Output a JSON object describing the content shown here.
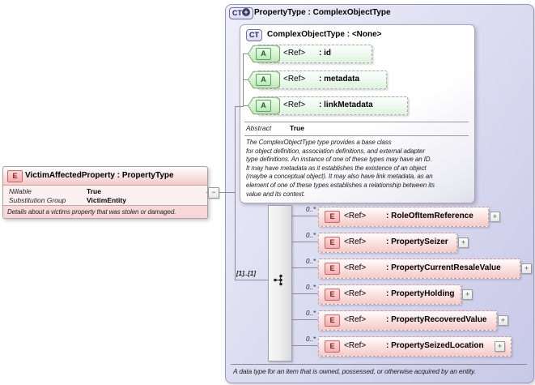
{
  "element_box": {
    "badge": "E",
    "title": "VictimAffectedProperty : PropertyType",
    "rows": [
      {
        "label": "Nillable",
        "value": "True"
      },
      {
        "label": "Substitution Group",
        "value": "VictimEntity"
      }
    ],
    "description": "Details about a victims property that was stolen or damaged."
  },
  "type_box": {
    "badge": "CT",
    "title": "PropertyType : ComplexObjectType",
    "footer": "A data type for an item that is owned, possessed, or otherwise acquired by an entity."
  },
  "base_box": {
    "badge": "CT",
    "title": "ComplexObjectType : <None>",
    "attributes": [
      {
        "badge": "A",
        "ref": "<Ref>",
        "name": ": id"
      },
      {
        "badge": "A",
        "ref": "<Ref>",
        "name": ": metadata"
      },
      {
        "badge": "A",
        "ref": "<Ref>",
        "name": ": linkMetadata"
      }
    ],
    "facet_label": "Abstract",
    "facet_value": "True",
    "description": "The ComplexObjectType type provides a base class\nfor object definition, association definitions, and external adapter\ntype definitions. An instance of one of these types may have an ID.\nIt may have metadata as it establishes the existence of an object\n(maybe a conceptual object). It may also have link metadata, as an\nelement of one of these types establishes a relationship between its\nvalue and its context."
  },
  "content_model": {
    "cardinality": "[1]..[1]",
    "elements": [
      {
        "badge": "E",
        "occurs": "0..*",
        "ref": "<Ref>",
        "name": ": RoleOfItemReference"
      },
      {
        "badge": "E",
        "occurs": "0..*",
        "ref": "<Ref>",
        "name": ": PropertySeizer"
      },
      {
        "badge": "E",
        "occurs": "0..*",
        "ref": "<Ref>",
        "name": ": PropertyCurrentResaleValue"
      },
      {
        "badge": "E",
        "occurs": "0..*",
        "ref": "<Ref>",
        "name": ": PropertyHolding"
      },
      {
        "badge": "E",
        "occurs": "0..*",
        "ref": "<Ref>",
        "name": ": PropertyRecoveredValue"
      },
      {
        "badge": "E",
        "occurs": "0..*",
        "ref": "<Ref>",
        "name": ": PropertySeizedLocation"
      }
    ]
  },
  "icons": {
    "collapse_toggle": "−",
    "expand_toggle": "+",
    "plus_circle": "+"
  },
  "colors": {
    "lavender_box": "#d6d6f0",
    "pink_element": "#f6caca",
    "green_attribute": "#dff3df",
    "badge_e_border": "#c46a6a",
    "badge_a_border": "#6a9a6a",
    "badge_ct_border": "#7070a0",
    "line": "#8a8a9a"
  }
}
